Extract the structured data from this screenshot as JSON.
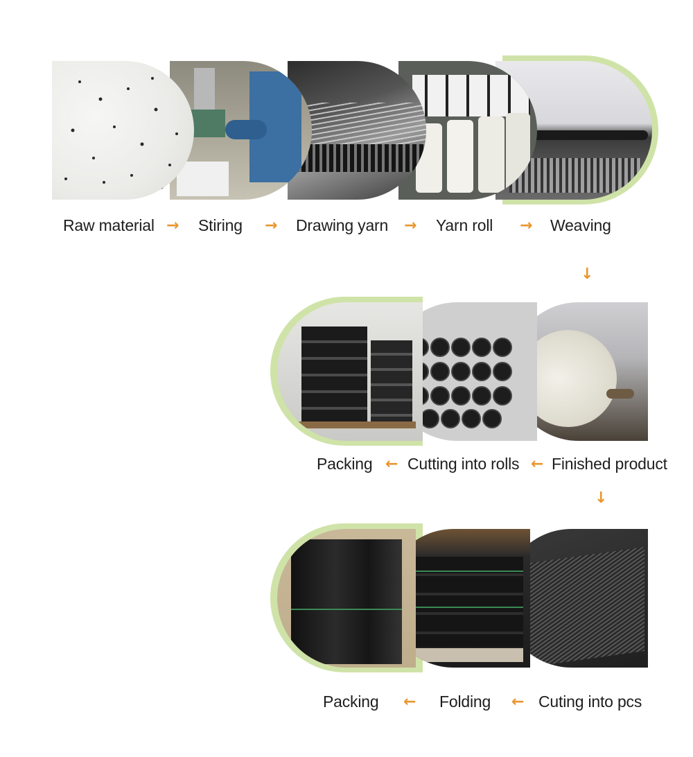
{
  "colors": {
    "accent_arrow": "#e8962f",
    "frame_green": "#cfe3a8",
    "text": "#1e1e1e"
  },
  "row1": {
    "labels": [
      "Raw material",
      "Stiring",
      "Drawing yarn",
      "Yarn roll",
      "Weaving"
    ],
    "arrow": "→"
  },
  "row2": {
    "labels": [
      "Packing",
      "Cutting into rolls",
      "Finished product"
    ],
    "arrow": "←"
  },
  "row3": {
    "labels": [
      "Packing",
      "Folding",
      "Cuting into pcs"
    ],
    "arrow": "←"
  },
  "down_arrow": "↓"
}
